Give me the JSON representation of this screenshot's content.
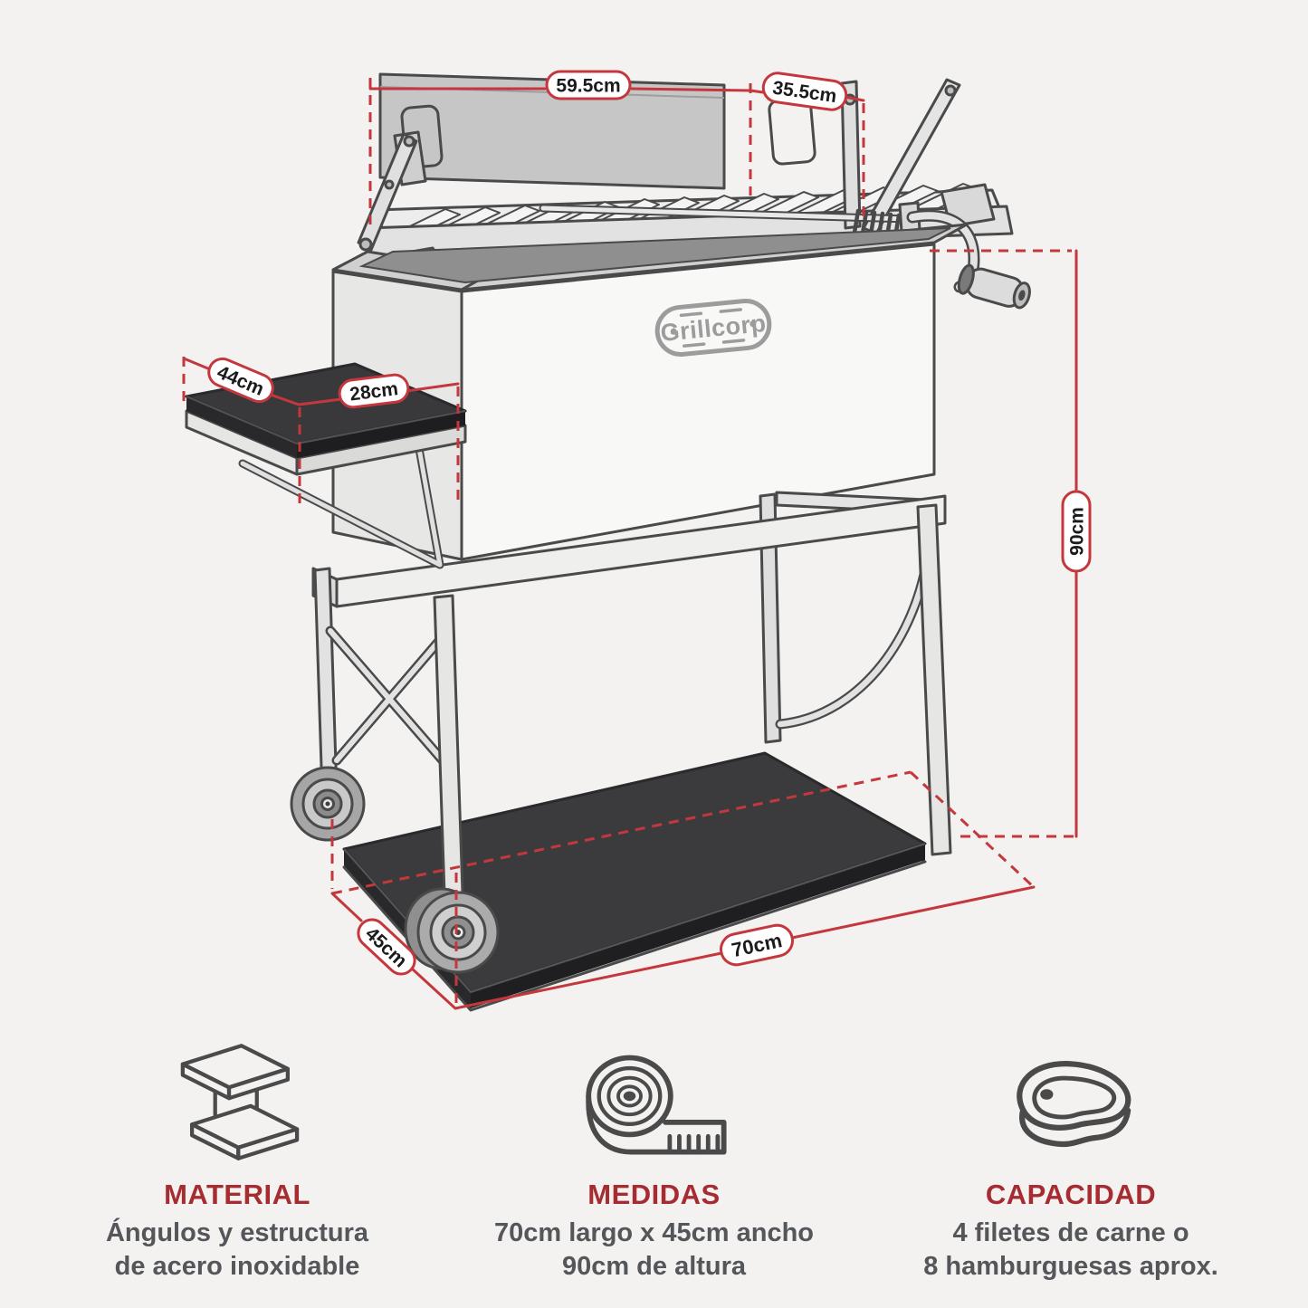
{
  "brand": {
    "logo_text": "Grillcorp"
  },
  "dimensions": {
    "grate_width": "59.5cm",
    "grate_depth": "35.5cm",
    "side_table_depth": "44cm",
    "side_table_width": "28cm",
    "height": "90cm",
    "base_depth": "45cm",
    "base_length": "70cm"
  },
  "features": [
    {
      "icon": "i-beam-icon",
      "title": "MATERIAL",
      "lines": [
        "Ángulos y estructura",
        "de acero inoxidable"
      ]
    },
    {
      "icon": "measuring-tape-icon",
      "title": "MEDIDAS",
      "lines": [
        "70cm largo x 45cm ancho",
        "90cm de altura"
      ]
    },
    {
      "icon": "steak-icon",
      "title": "CAPACIDAD",
      "lines": [
        "4 filetes de carne o",
        "8 hamburguesas aprox."
      ]
    }
  ],
  "colors": {
    "background": "#F3F2F1",
    "dimension_red": "#C4383D",
    "title_red": "#A72C31",
    "text_gray": "#55565A",
    "line_dark": "#4A4A4A",
    "logo_gray": "#9C9C9C"
  }
}
